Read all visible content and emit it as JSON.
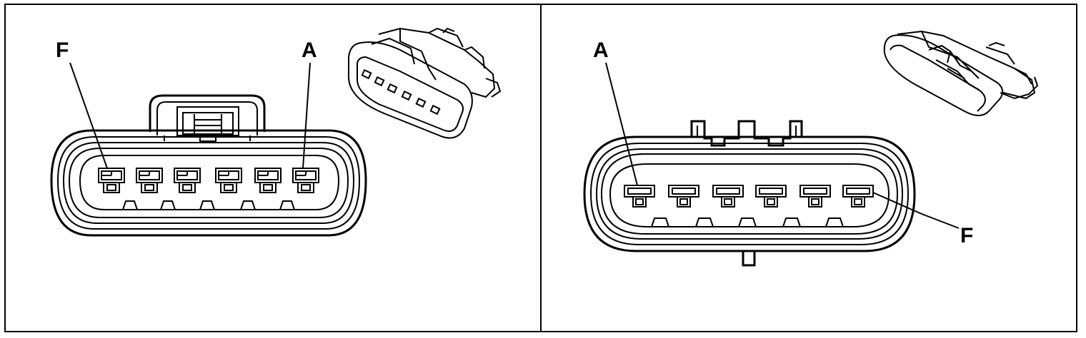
{
  "figure": {
    "panels": [
      {
        "id": "left",
        "view": "terminal-end",
        "label_left": "F",
        "label_right": "A",
        "cavity_count": 6
      },
      {
        "id": "right",
        "view": "terminal-end",
        "label_left": "A",
        "label_right": "F",
        "cavity_count": 6
      }
    ],
    "colors": {
      "line": "#000000",
      "background": "#ffffff"
    }
  }
}
